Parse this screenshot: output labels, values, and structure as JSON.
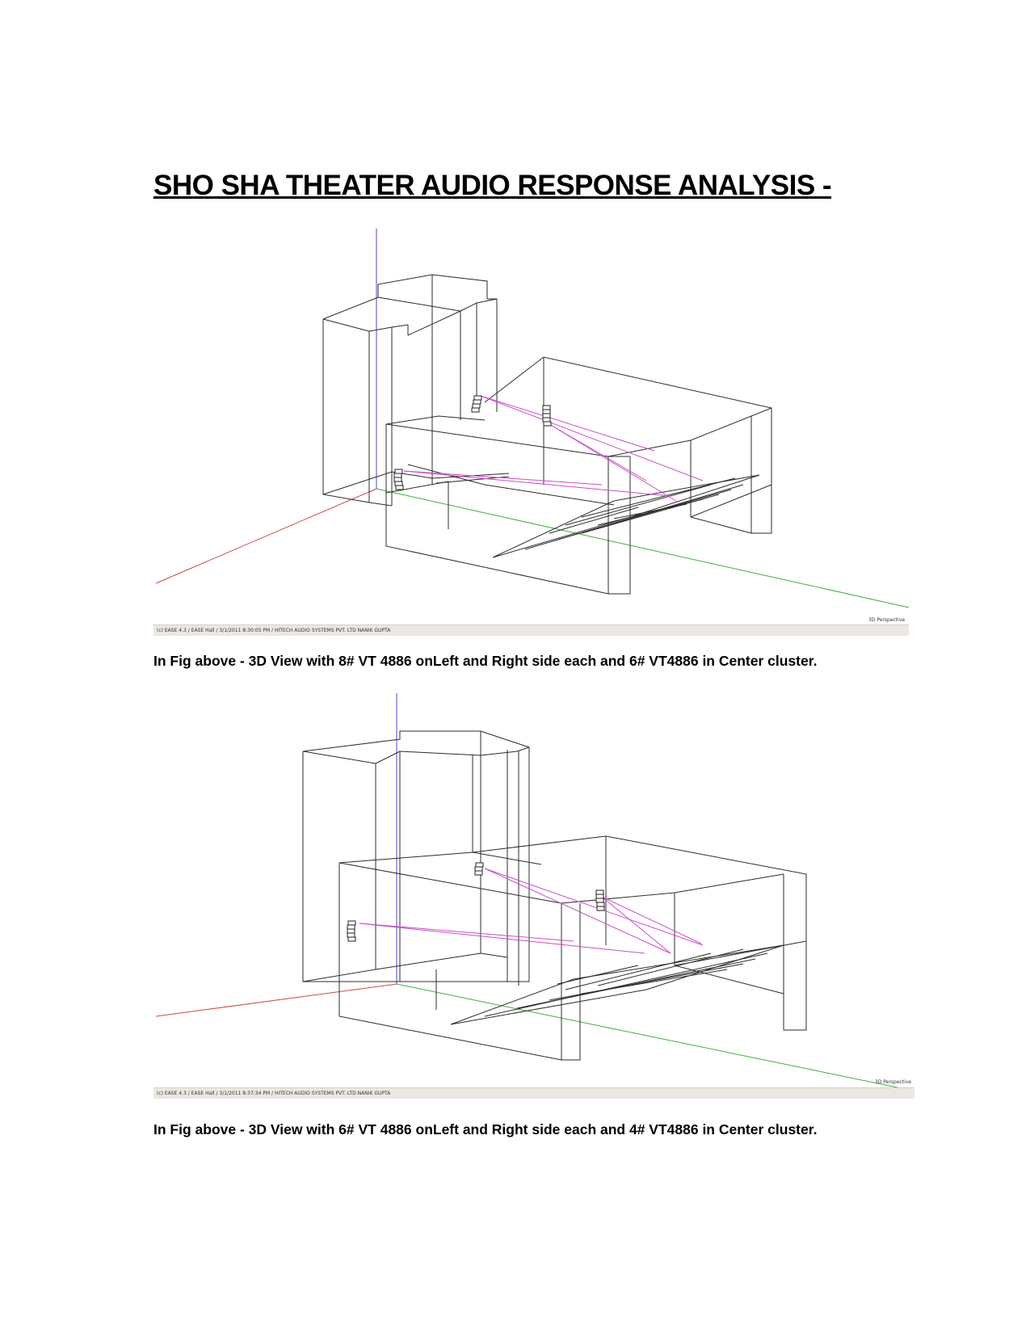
{
  "page": {
    "title": "SHO SHA THEATER AUDIO RESPONSE ANALYSIS -"
  },
  "figures": [
    {
      "status_text": "(c) EASE 4.3  / EASE Hall  / 3/1/2011 8:30:05 PM / HITECH AUDIO SYSTEMS PVT. LTD NANIK GUPTA",
      "view_label": "3D Perspective",
      "caption": "In Fig above - 3D View with 8# VT 4886 onLeft and Right side each and 6# VT4886 in Center cluster.",
      "colors": {
        "wire": "#2b2b2b",
        "ray": "#c84fc8",
        "x_axis": "#c84b4b",
        "y_axis": "#3fae3f",
        "z_axis": "#4848c8",
        "speaker": "#222222"
      }
    },
    {
      "status_text": "(c) EASE 4.3  / EASE Hall  / 3/1/2011 8:37:34 PM / HITECH AUDIO SYSTEMS PVT. LTD NANIK GUPTA",
      "view_label": "3D Perspective",
      "caption": "In Fig above - 3D View with 6# VT 4886 onLeft and Right side each and 4# VT4886 in Center cluster.",
      "colors": {
        "wire": "#2b2b2b",
        "ray": "#c84fc8",
        "x_axis": "#c84b4b",
        "y_axis": "#3fae3f",
        "z_axis": "#4848c8",
        "speaker": "#222222"
      }
    }
  ]
}
